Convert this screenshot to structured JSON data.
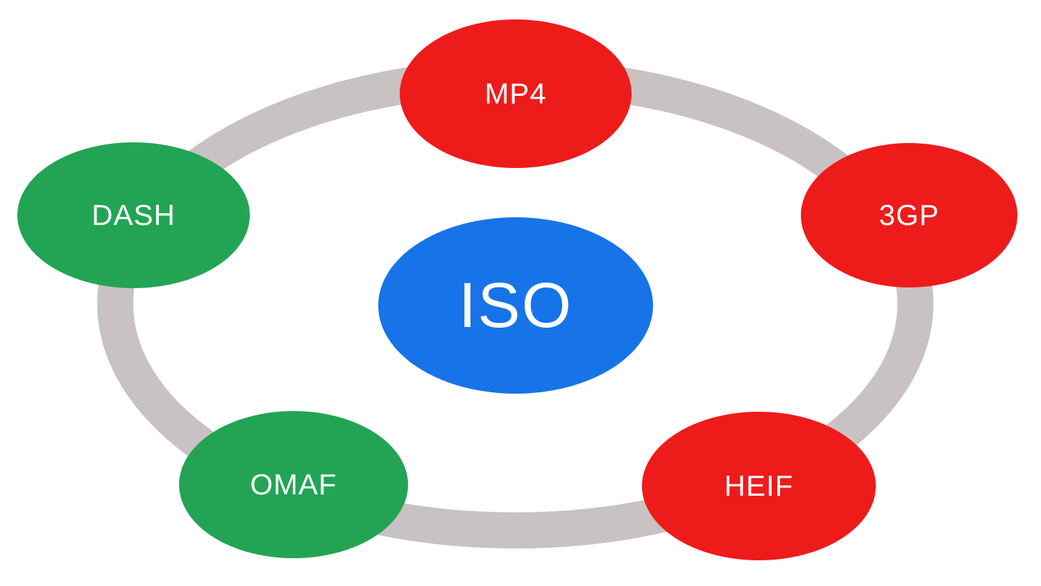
{
  "diagram": {
    "background": "#ffffff",
    "ring_color": "#c9c2c2",
    "text_color": "#ffffff",
    "center": {
      "label": "ISO",
      "color": "#1773e8"
    },
    "satellites": [
      {
        "label": "MP4",
        "color": "#ee1b1b",
        "position": "top"
      },
      {
        "label": "3GP",
        "color": "#ee1b1b",
        "position": "right"
      },
      {
        "label": "HEIF",
        "color": "#ee1b1b",
        "position": "bottom-right"
      },
      {
        "label": "OMAF",
        "color": "#23a455",
        "position": "bottom-left"
      },
      {
        "label": "DASH",
        "color": "#23a455",
        "position": "left"
      }
    ]
  }
}
